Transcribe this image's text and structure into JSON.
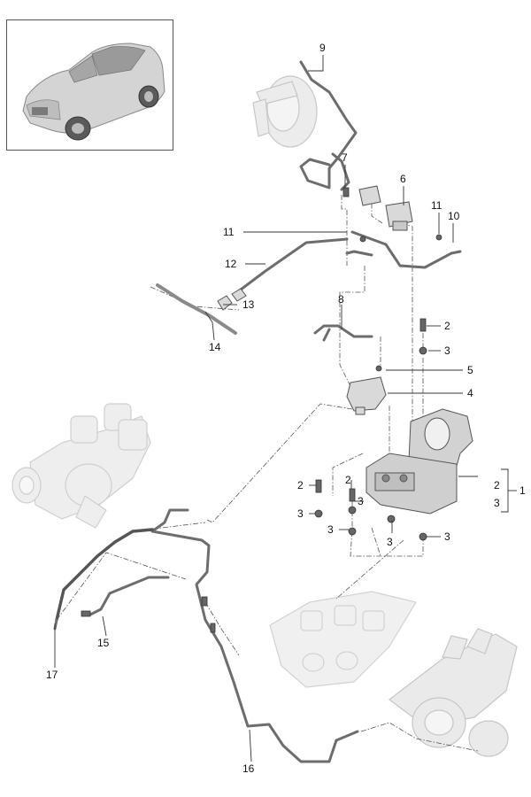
{
  "diagram": {
    "vehicle_icon": "suv-car-thumbnail",
    "parts": [
      {
        "id": "p1",
        "label": "1"
      },
      {
        "id": "p2a",
        "label": "2"
      },
      {
        "id": "p2b",
        "label": "2"
      },
      {
        "id": "p2c",
        "label": "2"
      },
      {
        "id": "p2d",
        "label": "2"
      },
      {
        "id": "p3a",
        "label": "3"
      },
      {
        "id": "p3b",
        "label": "3"
      },
      {
        "id": "p3c",
        "label": "3"
      },
      {
        "id": "p3d",
        "label": "3"
      },
      {
        "id": "p3e",
        "label": "3"
      },
      {
        "id": "p3f",
        "label": "3"
      },
      {
        "id": "p3g",
        "label": "3"
      },
      {
        "id": "p3h",
        "label": "3"
      },
      {
        "id": "p4",
        "label": "4"
      },
      {
        "id": "p5",
        "label": "5"
      },
      {
        "id": "p6",
        "label": "6"
      },
      {
        "id": "p7",
        "label": "7"
      },
      {
        "id": "p8",
        "label": "8"
      },
      {
        "id": "p9",
        "label": "9"
      },
      {
        "id": "p10",
        "label": "10"
      },
      {
        "id": "p11a",
        "label": "11"
      },
      {
        "id": "p11b",
        "label": "11"
      },
      {
        "id": "p12",
        "label": "12"
      },
      {
        "id": "p13",
        "label": "13"
      },
      {
        "id": "p14",
        "label": "14"
      },
      {
        "id": "p15",
        "label": "15"
      },
      {
        "id": "p16",
        "label": "16"
      },
      {
        "id": "p17",
        "label": "17"
      }
    ],
    "colors": {
      "line": "#333333",
      "part_fill": "#d9d9d9",
      "part_stroke": "#555555",
      "ghost_fill": "#ececec",
      "ghost_stroke": "#c8c8c8"
    }
  }
}
